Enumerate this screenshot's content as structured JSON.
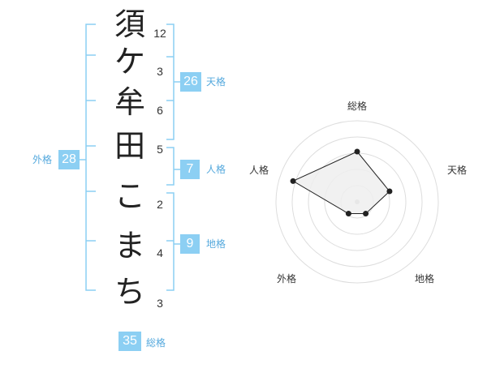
{
  "name_chars": [
    "須",
    "ケ",
    "牟",
    "田",
    "こ",
    "ま",
    "ち"
  ],
  "strokes": [
    "12",
    "3",
    "6",
    "5",
    "2",
    "4",
    "3"
  ],
  "kaku": {
    "tenkaku": {
      "value": "26",
      "label": "天格"
    },
    "jinkaku": {
      "value": "7",
      "label": "人格"
    },
    "chikaku": {
      "value": "9",
      "label": "地格"
    },
    "gaikaku": {
      "value": "28",
      "label": "外格"
    },
    "soukaku": {
      "value": "35",
      "label": "総格"
    }
  },
  "radar": {
    "axes": [
      "総格",
      "天格",
      "地格",
      "外格",
      "人格"
    ],
    "levels": [
      0.62,
      0.42,
      0.18,
      0.18,
      0.83
    ],
    "rings": 5
  },
  "colors": {
    "accent": "#8ccff3",
    "accent_text": "#55a9dd",
    "bracket": "#8ccff3",
    "radar_line": "#222222",
    "radar_fill": "#eeeeee",
    "ring": "#dddddd"
  }
}
